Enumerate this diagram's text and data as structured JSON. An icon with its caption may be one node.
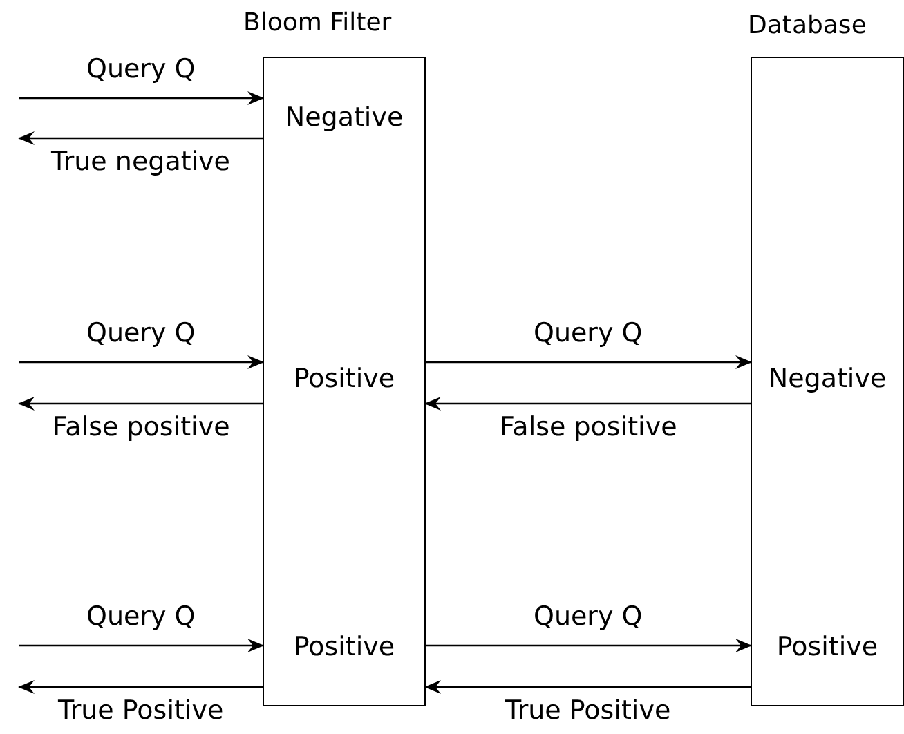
{
  "diagram": {
    "nodes": [
      {
        "text": [
          "Bloom Filter"
        ]
      },
      {
        "text": [
          "Negative"
        ],
        "in": 0
      },
      {
        "text": [
          "Positive"
        ],
        "in": 0
      },
      {
        "text": [
          "Positive"
        ],
        "in": 0
      },
      {
        "text": [
          "Database"
        ]
      },
      {
        "text": [
          "Negative"
        ],
        "in": 4
      },
      {
        "text": [
          "Positive"
        ],
        "in": 4
      }
    ],
    "edges": [
      {
        "from": null,
        "to": 1,
        "arrow": "to",
        "label": "Query Q"
      },
      {
        "from": 1,
        "to": null,
        "arrow": "to",
        "label": "True negative"
      },
      {
        "from": null,
        "to": 2,
        "arrow": "to",
        "label": "Query Q"
      },
      {
        "from": 2,
        "to": null,
        "arrow": "to",
        "label": "False positive"
      },
      {
        "from": 2,
        "to": 5,
        "arrow": "to",
        "label": "Query Q"
      },
      {
        "from": 5,
        "to": 2,
        "arrow": "to",
        "label": "False positive"
      },
      {
        "from": null,
        "to": 3,
        "arrow": "to",
        "label": "Query Q"
      },
      {
        "from": 3,
        "to": null,
        "arrow": "to",
        "label": "True Positive"
      },
      {
        "from": 3,
        "to": 6,
        "arrow": "to",
        "label": "Query Q"
      },
      {
        "from": 6,
        "to": 3,
        "arrow": "to",
        "label": "True Positive"
      }
    ]
  }
}
